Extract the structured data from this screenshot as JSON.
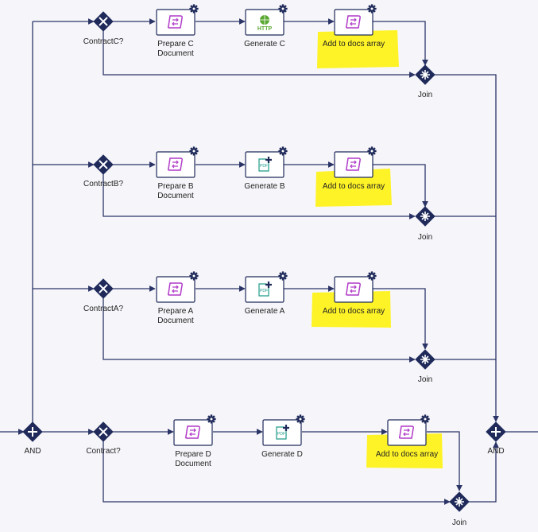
{
  "colors": {
    "connector": "#2b3466",
    "gateway": "#1f2a5a",
    "highlight": "#fff200",
    "script_icon": "#b03ac8",
    "http_icon": "#5aa832",
    "pdf_icon": "#1f9b8a",
    "background": "#f6f6fa"
  },
  "gateways": {
    "and_split": "AND",
    "and_merge": "AND",
    "contract_c": "ContractC?",
    "contract_b": "ContractB?",
    "contract_a": "ContractA?",
    "contract_d": "Contract?",
    "join_c": "Join",
    "join_b": "Join",
    "join_a": "Join",
    "join_d": "Join"
  },
  "tasks": {
    "prepare_c": {
      "line1": "Prepare C",
      "line2": "Document",
      "icon": "script-icon"
    },
    "generate_c": {
      "line1": "Generate C",
      "line2": "",
      "icon": "http-icon",
      "badge": "HTTP"
    },
    "add_c": {
      "line1": "Add to docs array",
      "line2": "",
      "icon": "script-icon"
    },
    "prepare_b": {
      "line1": "Prepare B",
      "line2": "Document",
      "icon": "script-icon"
    },
    "generate_b": {
      "line1": "Generate B",
      "line2": "",
      "icon": "pdf-icon",
      "badge": "PDF"
    },
    "add_b": {
      "line1": "Add to docs array",
      "line2": "",
      "icon": "script-icon"
    },
    "prepare_a": {
      "line1": "Prepare A",
      "line2": "Document",
      "icon": "script-icon"
    },
    "generate_a": {
      "line1": "Generate A",
      "line2": "",
      "icon": "pdf-icon",
      "badge": "PDF"
    },
    "add_a": {
      "line1": "Add to docs array",
      "line2": "",
      "icon": "script-icon"
    },
    "prepare_d": {
      "line1": "Prepare D",
      "line2": "Document",
      "icon": "script-icon"
    },
    "generate_d": {
      "line1": "Generate D",
      "line2": "",
      "icon": "pdf-icon",
      "badge": "PDF"
    },
    "add_d": {
      "line1": "Add to docs array",
      "line2": "",
      "icon": "script-icon"
    }
  }
}
